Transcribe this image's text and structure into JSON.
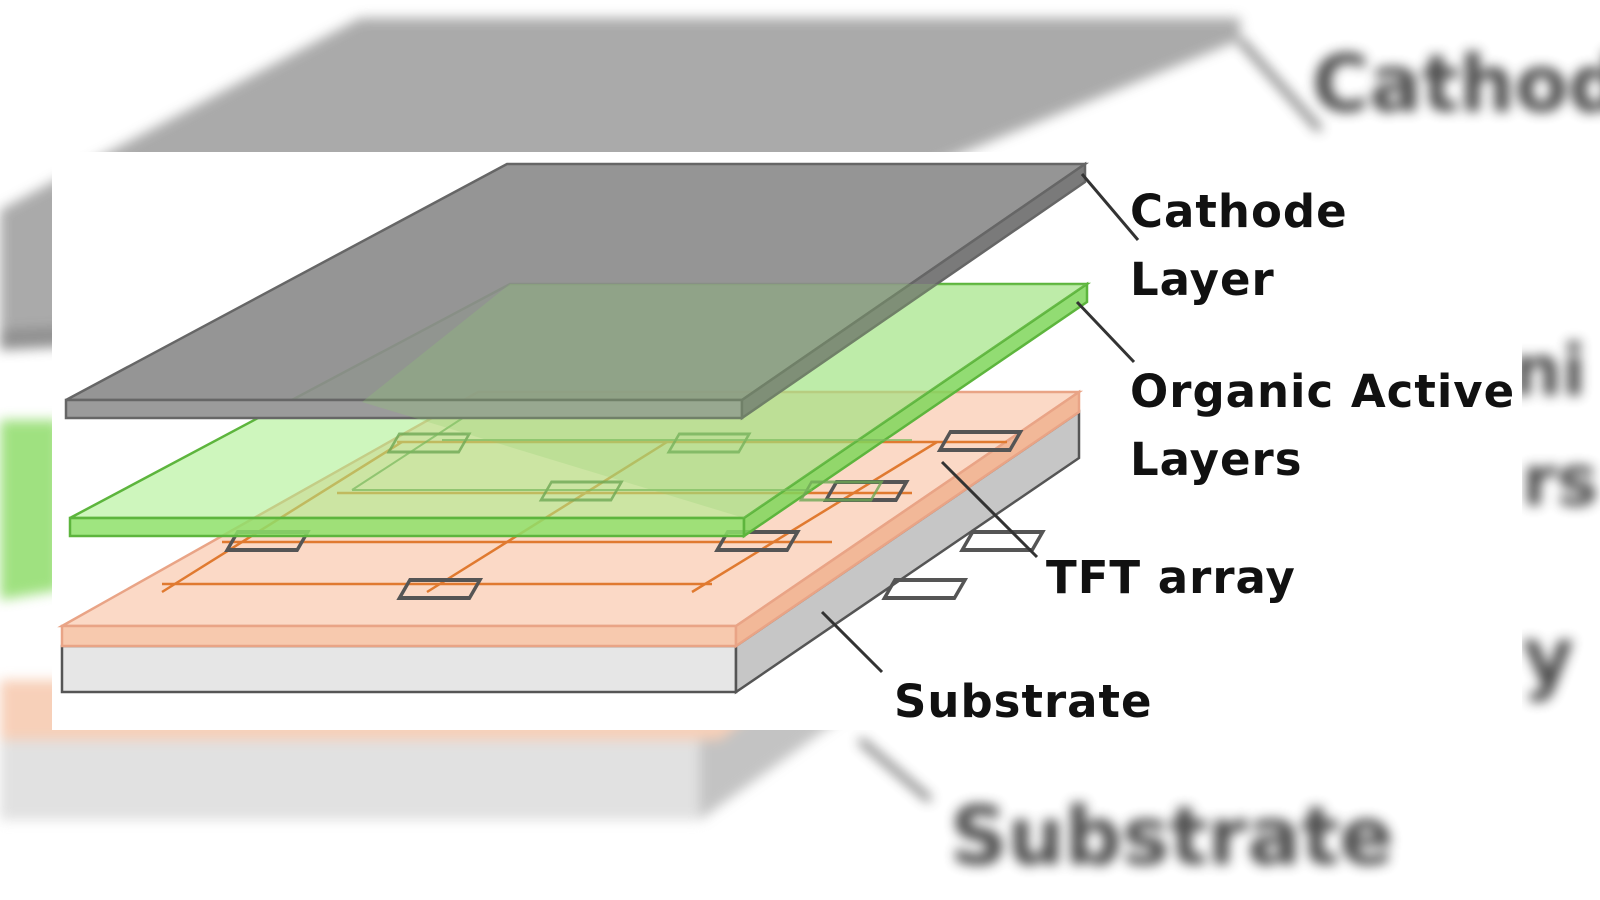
{
  "background": {
    "labels": {
      "cathode": "Cathod",
      "organic_fragment": "ni",
      "layers_fragment": "rs",
      "tft_fragment": "y",
      "substrate": "Substrate"
    }
  },
  "diagram": {
    "labels": {
      "cathode_line1": "Cathode",
      "cathode_line2": "Layer",
      "organic_line1": "Organic Active",
      "organic_line2": "Layers",
      "tft": "TFT array",
      "substrate": "Substrate"
    },
    "colors": {
      "cathode_top": "#9a9a9a",
      "cathode_edge": "#6e6e6e",
      "organic_fill": "#a6ee86",
      "organic_edge": "#5db53d",
      "tft_fill": "#fbd9c6",
      "tft_edge": "#e9a486",
      "tft_lines": "#e07a30",
      "substrate_front": "#e6e6e6",
      "substrate_side": "#c6c6c6"
    }
  }
}
